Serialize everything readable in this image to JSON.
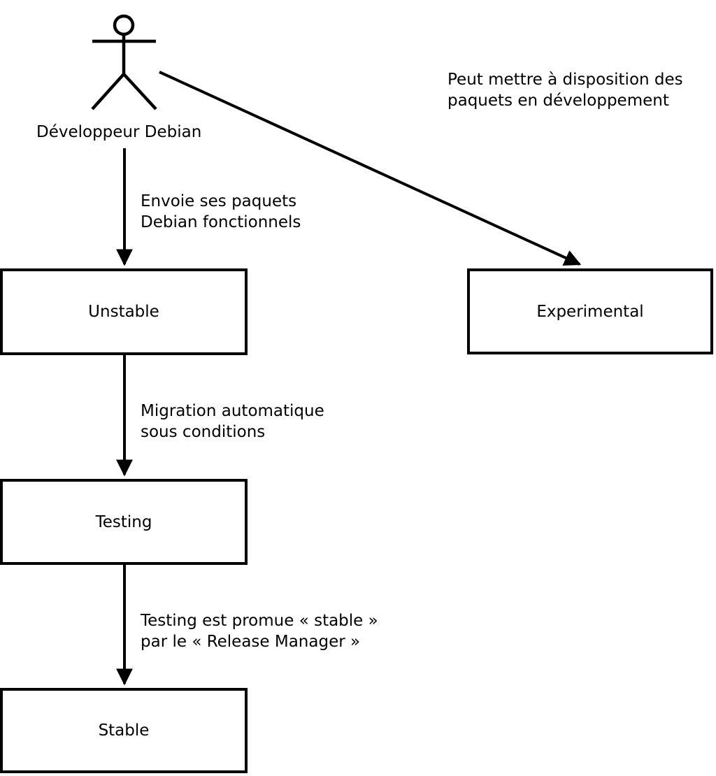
{
  "actor": {
    "label": "Développeur Debian"
  },
  "nodes": {
    "unstable": {
      "label": "Unstable"
    },
    "experimental": {
      "label": "Experimental"
    },
    "testing": {
      "label": "Testing"
    },
    "stable": {
      "label": "Stable"
    }
  },
  "edges": {
    "dev_to_experimental": {
      "label": "Peut mettre à disposition des\npaquets en développement"
    },
    "dev_to_unstable": {
      "label": "Envoie ses paquets\nDebian fonctionnels"
    },
    "unstable_to_testing": {
      "label": "Migration automatique\nsous conditions"
    },
    "testing_to_stable": {
      "label": "Testing est promue « stable »\npar le « Release Manager »"
    }
  },
  "colors": {
    "stroke": "#000000",
    "background": "#ffffff",
    "box_fill": "#ffffff"
  }
}
